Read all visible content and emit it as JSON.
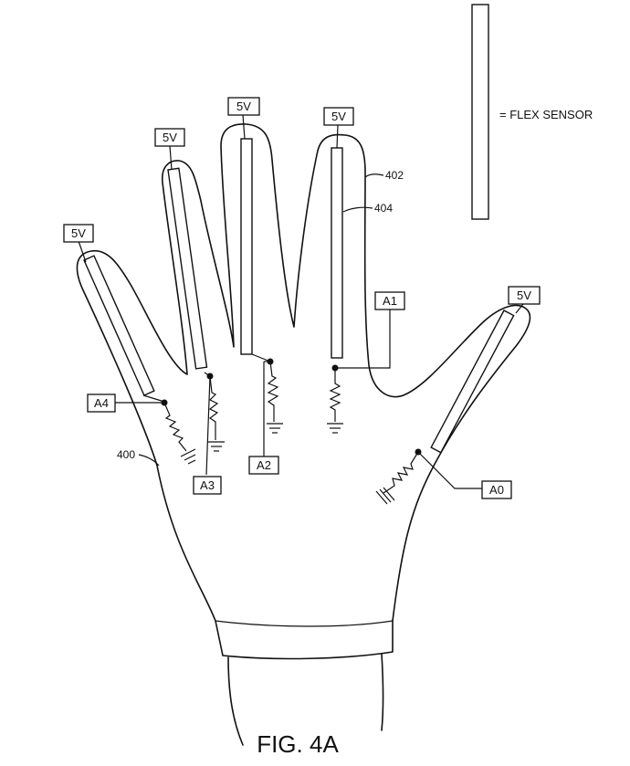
{
  "figure": {
    "caption": "FIG. 4A"
  },
  "legend": {
    "text": "= FLEX SENSOR"
  },
  "reference_numerals": {
    "glove": "400",
    "outline": "402",
    "sensor": "404"
  },
  "supply_labels": [
    "5V",
    "5V",
    "5V",
    "5V",
    "5V"
  ],
  "analog_labels": {
    "thumb": "A0",
    "index": "A1",
    "middle": "A2",
    "ring": "A3",
    "pinky": "A4"
  }
}
